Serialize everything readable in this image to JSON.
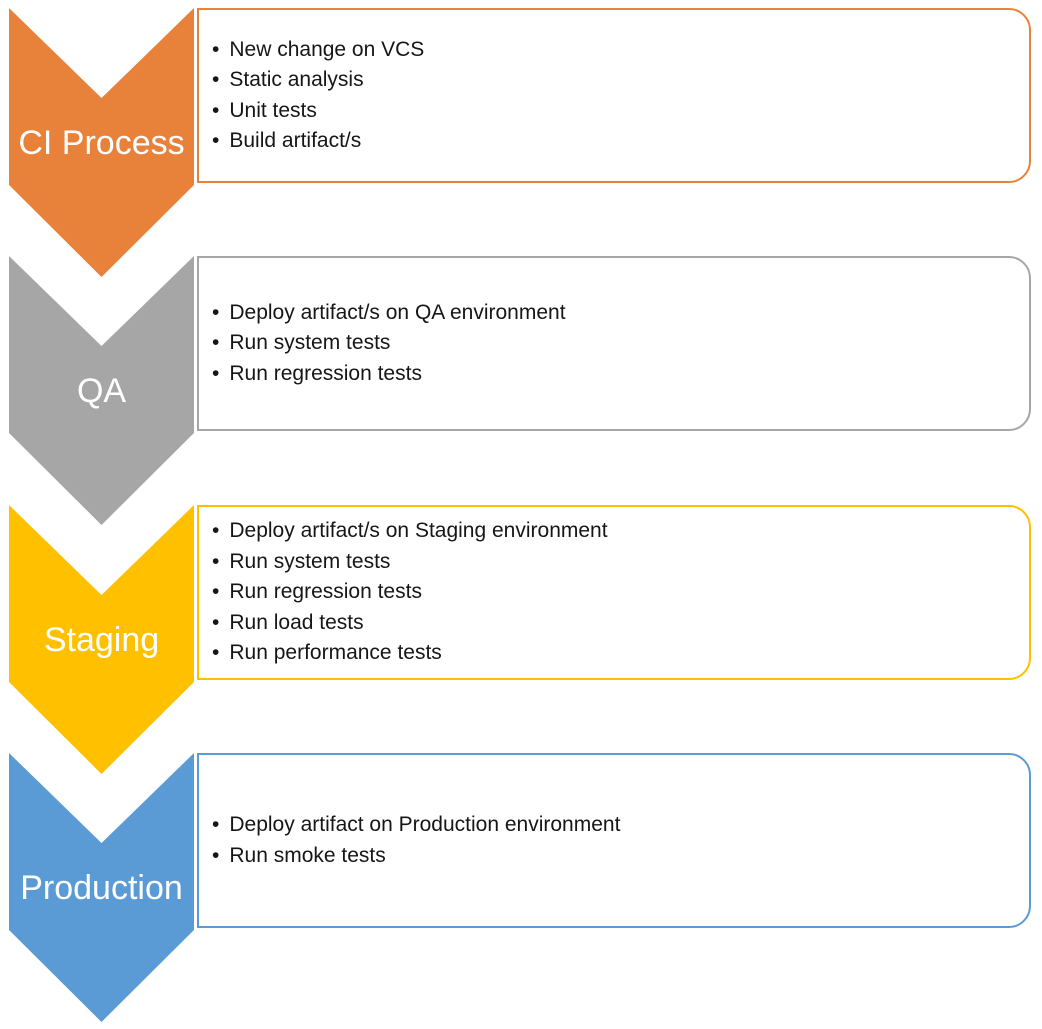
{
  "diagram": {
    "title": "CI/CD pipeline chevron list",
    "bullet_char": "•",
    "text_color": "#161616",
    "stages": [
      {
        "label": "CI Process",
        "color": "#E8813A",
        "items": [
          "New change on VCS",
          "Static analysis",
          "Unit tests",
          "Build artifact/s"
        ]
      },
      {
        "label": "QA",
        "color": "#A6A6A6",
        "items": [
          "Deploy artifact/s on QA environment",
          "Run system tests",
          "Run regression tests"
        ]
      },
      {
        "label": "Staging",
        "color": "#FFC000",
        "items": [
          "Deploy artifact/s on Staging environment",
          "Run system tests",
          "Run regression tests",
          "Run load tests",
          "Run performance tests"
        ]
      },
      {
        "label": "Production",
        "color": "#5B9BD5",
        "items": [
          "Deploy artifact on Production environment",
          "Run smoke tests"
        ]
      }
    ]
  }
}
